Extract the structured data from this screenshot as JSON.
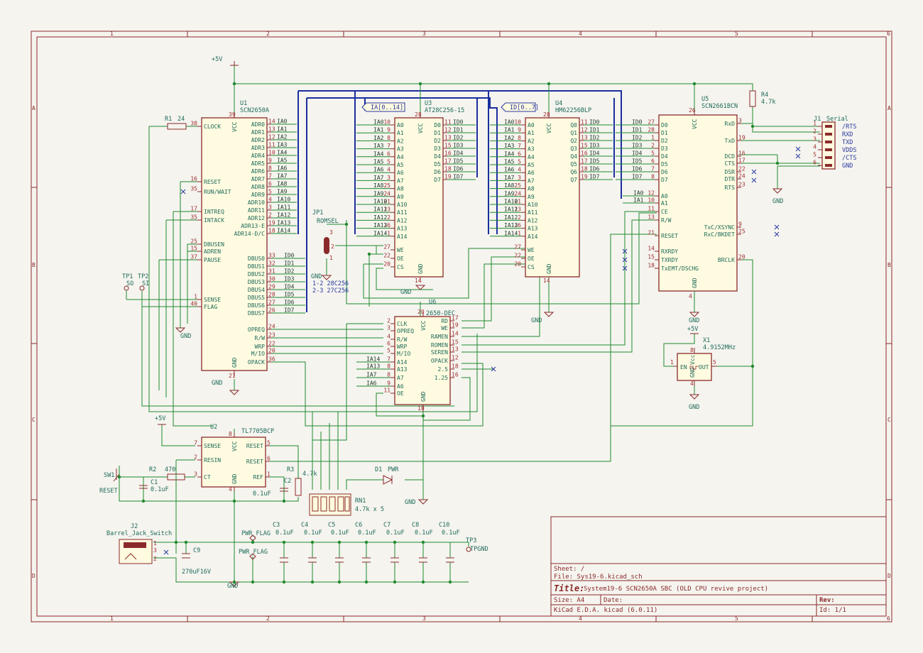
{
  "zones": {
    "cols": [
      "1",
      "2",
      "3",
      "4",
      "5",
      "6"
    ],
    "rows": [
      "A",
      "B",
      "C",
      "D"
    ]
  },
  "supplies": {
    "vcc": "+5V",
    "gnd": "GND"
  },
  "buses": {
    "ia": "IA[0..14]",
    "id": "ID[0..7]"
  },
  "chips": {
    "u1": {
      "ref": "U1",
      "value": "SCN2650A"
    },
    "u3": {
      "ref": "U3",
      "value": "AT28C256-15"
    },
    "u4": {
      "ref": "U4",
      "value": "HM62256BLP"
    },
    "u5": {
      "ref": "U5",
      "value": "SCN2661BCN"
    },
    "u6": {
      "ref": "U6",
      "value": "2650-DEC"
    },
    "u2": {
      "ref": "U2",
      "value": "TL7705BCP"
    },
    "x1": {
      "ref": "X1",
      "value": "4.9152MHz"
    },
    "j1": {
      "ref": "J1",
      "value": "Serial",
      "pins": [
        "/RTS",
        "RXD",
        "TXD",
        "VDDS",
        "/CTS",
        "GND"
      ]
    }
  },
  "passives": {
    "r1": {
      "ref": "R1",
      "value": "24"
    },
    "r2": {
      "ref": "R2",
      "value": "470"
    },
    "r3": {
      "ref": "R3",
      "value": "4.7k"
    },
    "r4": {
      "ref": "R4",
      "value": "4.7k"
    },
    "c1": {
      "ref": "C1",
      "value": "0.1uF"
    },
    "c2": {
      "ref": "C2",
      "value": "0.1uF"
    },
    "c9": {
      "ref": "C9",
      "value": "270uF16V"
    },
    "rn1": {
      "ref": "RN1",
      "value": "4.7k x 5"
    },
    "d1": {
      "ref": "D1",
      "value": "PWR"
    },
    "jp1": {
      "ref": "JP1",
      "value": "ROMSEL",
      "note1": "1-2 28C256",
      "note2": "2-3 27C256"
    },
    "sw1": {
      "ref": "SW1",
      "value": "RESET"
    },
    "j2": {
      "ref": "J2",
      "value": "Barrel_Jack_Switch"
    },
    "tp1": {
      "ref": "TP1",
      "value": "SO"
    },
    "tp2": {
      "ref": "TP2",
      "value": "SI"
    },
    "tp3": {
      "ref": "TP3",
      "value": "TPGND"
    },
    "pwrflag": "PWR_FLAG",
    "decoupling": [
      {
        "ref": "C3",
        "value": "0.1uF"
      },
      {
        "ref": "C4",
        "value": "0.1uF"
      },
      {
        "ref": "C5",
        "value": "0.1uF"
      },
      {
        "ref": "C6",
        "value": "0.1uF"
      },
      {
        "ref": "C7",
        "value": "0.1uF"
      },
      {
        "ref": "C8",
        "value": "0.1uF"
      },
      {
        "ref": "C10",
        "value": "0.1uF"
      }
    ]
  },
  "titleblock": {
    "sheet": "Sheet: /",
    "file": "File: Sys19-6.kicad_sch",
    "title_label": "Title:",
    "title": "System19-6 SCN2650A SBC (OLD CPU revive project)",
    "size": "Size: A4",
    "date": "Date:",
    "rev": "Rev:",
    "tool": "KiCad E.D.A.  kicad (6.0.11)",
    "id": "Id: 1/1"
  }
}
